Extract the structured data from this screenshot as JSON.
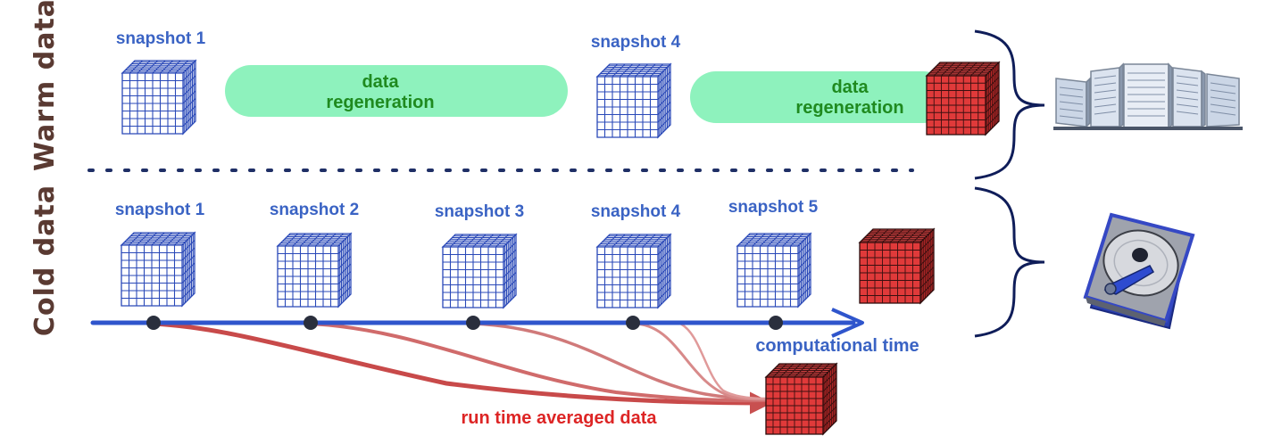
{
  "sections": {
    "warm_label": "Warm data",
    "cold_label": "Cold data"
  },
  "warm": {
    "snapshots": [
      "snapshot 1",
      "snapshot 4"
    ],
    "regeneration_label_line1": "data",
    "regeneration_label_line2": "regeneration"
  },
  "cold": {
    "snapshots": [
      "snapshot 1",
      "snapshot 2",
      "snapshot 3",
      "snapshot 4",
      "snapshot 5"
    ],
    "time_axis_label": "computational time",
    "averaged_label": "run time averaged data"
  },
  "icons": {
    "warm_storage": "server-rack-icon",
    "cold_storage": "hard-disk-drive-icon"
  },
  "colors": {
    "snapshot_blue": "#2a49b8",
    "timeline_blue": "#2f55cc",
    "regen_green_fill": "#8ef2bd",
    "regen_green_text": "#1f8a1f",
    "result_red": "#e03a3a",
    "averaging_red": "#c85050",
    "label_brown": "#5a3a32"
  }
}
